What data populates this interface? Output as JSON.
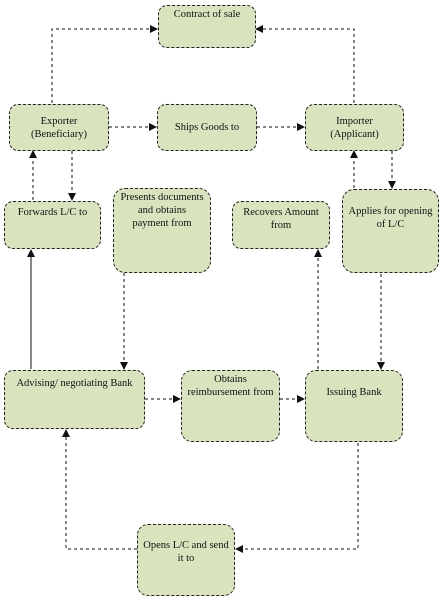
{
  "nodes": {
    "contract": "Contract of sale",
    "exporter": "Exporter\n(Beneficiary)",
    "ships": "Ships Goods to",
    "importer": "Importer\n(Applicant)",
    "forwards": "Forwards L/C to",
    "presents": "Presents documents\nand obtains\npayment from",
    "recovers": "Recovers Amount\nfrom",
    "applies": "Applies for opening\nof L/C",
    "advising": "Advising/ negotiating Bank",
    "obtains": "Obtains\nreimbursement from",
    "issuing": "Issuing Bank",
    "opens": "Opens L/C and send\nit to"
  }
}
